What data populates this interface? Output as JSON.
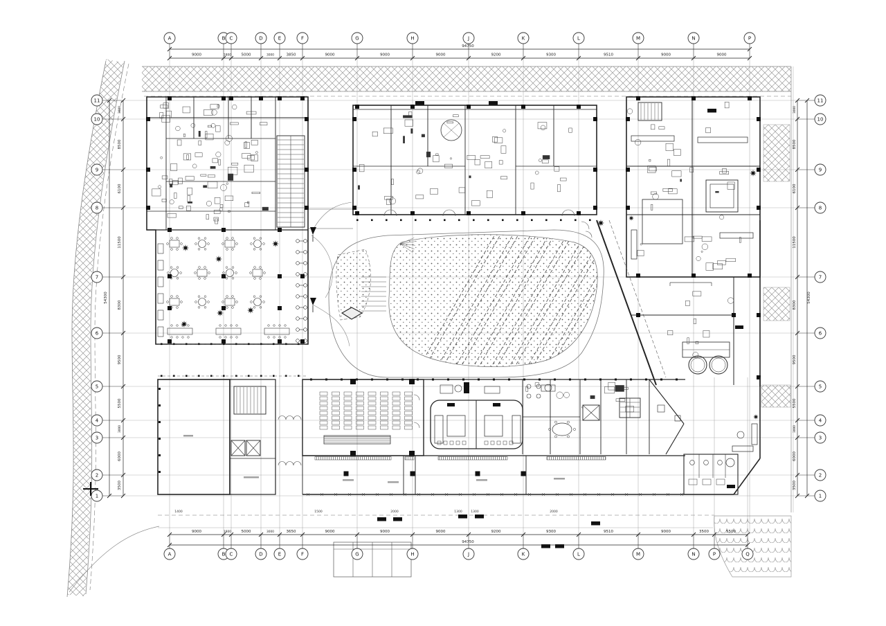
{
  "meta": {
    "description": "Architectural first-floor CAD plan: structural grid with dimension chains, kitchen and dining block, classroom blocks, auditorium, elevator cores, diagonal service wing with tanks, central playground courtyard, perimeter roads with hatching"
  },
  "grid": {
    "columns_top": [
      "A",
      "B",
      "C",
      "D",
      "E",
      "F",
      "G",
      "H",
      "J",
      "K",
      "L",
      "M",
      "N",
      "P"
    ],
    "columns_bottom": [
      "A",
      "B",
      "C",
      "D",
      "E",
      "F",
      "G",
      "H",
      "J",
      "K",
      "L",
      "M",
      "N",
      "P",
      "Q"
    ],
    "rows_left": [
      "11",
      "10",
      "9",
      "8",
      "7",
      "6",
      "5",
      "4",
      "3",
      "2",
      "1"
    ],
    "rows_right": [
      "11",
      "10",
      "9",
      "8",
      "7",
      "6",
      "5",
      "4",
      "3",
      "2",
      "1"
    ],
    "dims_top": [
      "9000",
      "1800",
      "5000",
      "3000",
      "3850",
      "9000",
      "9000",
      "9000",
      "9200",
      "9300",
      "9510",
      "9000",
      "9000"
    ],
    "dims_bottom": [
      "9000",
      "1800",
      "5000",
      "3000",
      "3650",
      "9000",
      "9000",
      "9000",
      "9200",
      "9300",
      "9510",
      "9000",
      "3500",
      "5500"
    ],
    "dims_left": [
      "3000",
      "8500",
      "6100",
      "11500",
      "8300",
      "9500",
      "5500",
      "3000",
      "6000",
      "3500"
    ],
    "dims_right": [
      "3000",
      "8500",
      "6100",
      "11500",
      "8300",
      "9500",
      "5500",
      "3000",
      "6000",
      "3500"
    ],
    "overall_width": "94750",
    "overall_height": "54300",
    "sub_dims_bottom": [
      "1400",
      "1500",
      "2000",
      "1300",
      "1300",
      "2000"
    ]
  },
  "colors": {
    "paper": "#ffffff",
    "ink": "#1c1c1c",
    "wall": "#242424",
    "medium": "#4a4a4a",
    "light": "#8a8a8a",
    "hatch": "#9a9a9a"
  }
}
